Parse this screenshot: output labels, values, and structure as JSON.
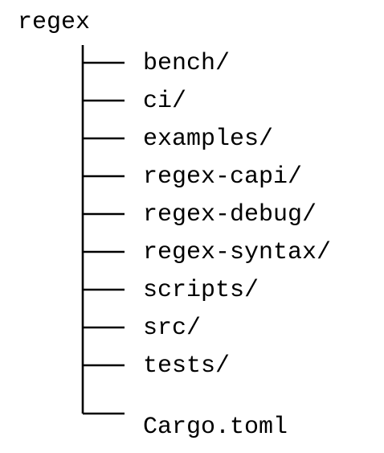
{
  "tree": {
    "root": "regex",
    "entries": [
      "bench/",
      "ci/",
      "examples/",
      "regex-capi/",
      "regex-debug/",
      "regex-syntax/",
      "scripts/",
      "src/",
      "tests/",
      "Cargo.toml"
    ]
  },
  "colors": {
    "text": "#000000",
    "background": "#ffffff"
  }
}
